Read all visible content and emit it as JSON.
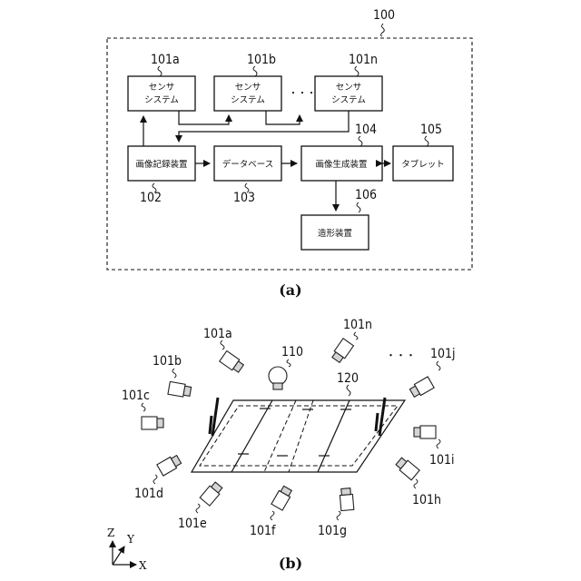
{
  "part_a": {
    "caption": "(a)",
    "system_label": "100",
    "sensors": [
      {
        "id": "101a",
        "line1": "センサ",
        "line2": "システム"
      },
      {
        "id": "101b",
        "line1": "センサ",
        "line2": "システム"
      },
      {
        "id": "101n",
        "line1": "センサ",
        "line2": "システム"
      }
    ],
    "ellipsis": "・・・",
    "blocks": {
      "recorder": {
        "id": "102",
        "label": "画像記録装置"
      },
      "database": {
        "id": "103",
        "label": "データベース"
      },
      "generator": {
        "id": "104",
        "label": "画像生成装置"
      },
      "tablet": {
        "id": "105",
        "label": "タブレット"
      },
      "shaper": {
        "id": "106",
        "label": "造形装置"
      }
    }
  },
  "part_b": {
    "caption": "(b)",
    "cameras": [
      "101a",
      "101b",
      "101c",
      "101d",
      "101e",
      "101f",
      "101g",
      "101h",
      "101i",
      "101j",
      "101n"
    ],
    "ellipsis": "・・・",
    "object_label": "110",
    "field_label": "120",
    "axes": {
      "z": "Z",
      "y": "Y",
      "x": "X"
    }
  },
  "icons": [
    "camera-icon",
    "light-source-icon",
    "volleyball-court",
    "axis-indicator"
  ]
}
